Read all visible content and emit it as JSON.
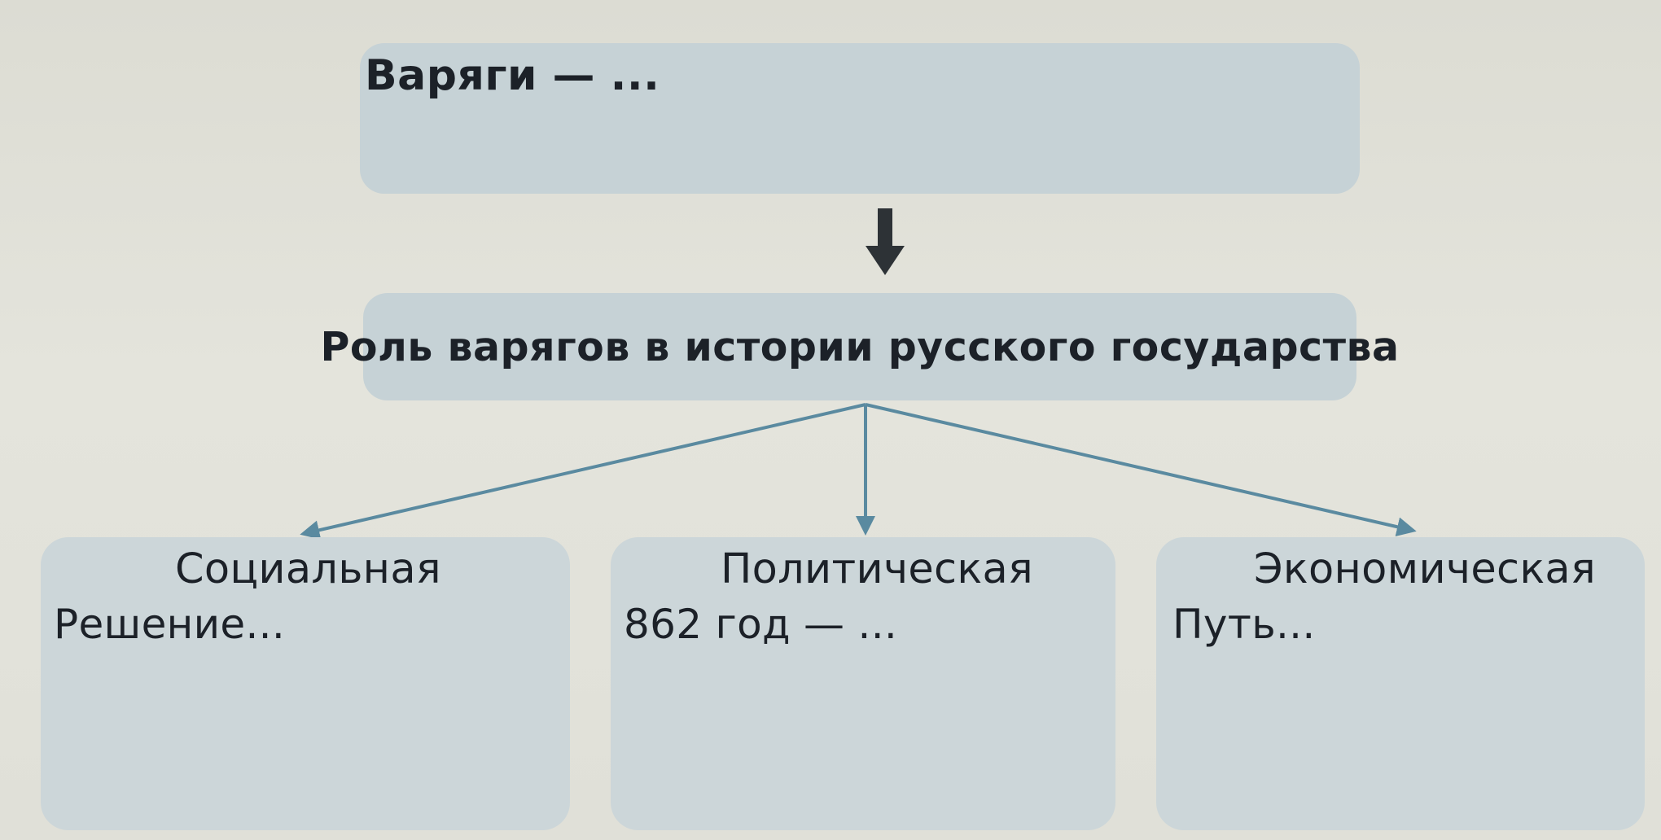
{
  "top_box": {
    "label": "Варяги — ..."
  },
  "middle_box": {
    "label": "Роль варягов в истории русского государства"
  },
  "branches": [
    {
      "title": "Социальная",
      "hint": "Решение..."
    },
    {
      "title": "Политическая",
      "hint": "862 год — ..."
    },
    {
      "title": "Экономическая",
      "hint": "Путь..."
    }
  ],
  "colors": {
    "box_fill": "#c6d2d6",
    "connector": "#5a8aa0",
    "arrow": "#2d3236"
  },
  "icons": {
    "down_arrow": "thick-down-arrow-icon"
  }
}
